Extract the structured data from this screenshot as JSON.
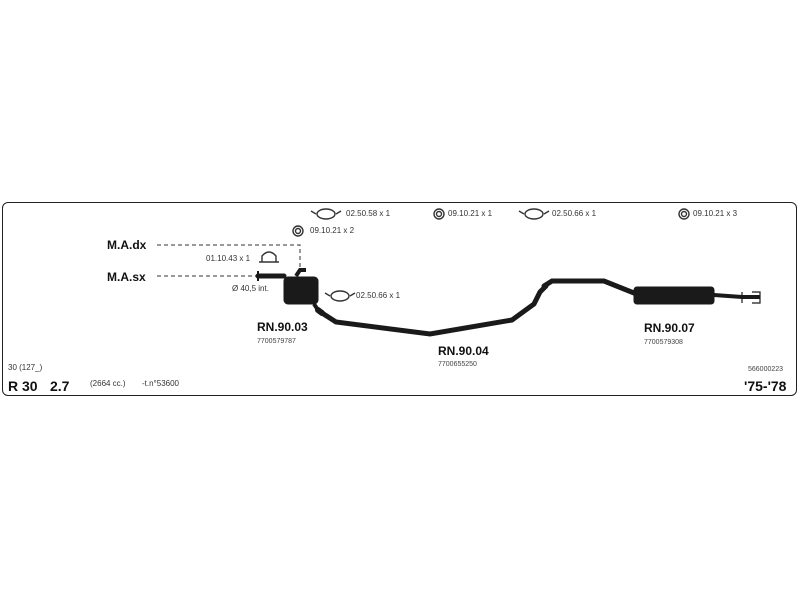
{
  "accessories": [
    {
      "icon": "clamp-icon",
      "code": "02.50.58 x 1"
    },
    {
      "icon": "ring-icon",
      "code": "09.10.21 x 1"
    },
    {
      "icon": "clamp-icon",
      "code": "02.50.66 x 1"
    },
    {
      "icon": "ring-icon",
      "code": "09.10.21 x 3"
    },
    {
      "icon": "ring-icon",
      "code": "09.10.21 x 2"
    },
    {
      "icon": "u-bolt-icon",
      "code": "01.10.43 x 1"
    },
    {
      "icon": "clamp-icon",
      "code": "02.50.66 x 1"
    }
  ],
  "pipe_note": "Ø 40,5 int.",
  "manifolds": {
    "right": "M.A.dx",
    "left": "M.A.sx"
  },
  "parts": [
    {
      "number": "RN.90.03",
      "oe": "7700579787"
    },
    {
      "number": "RN.90.04",
      "oe": "7700655250"
    },
    {
      "number": "RN.90.07",
      "oe": "7700579308"
    }
  ],
  "vehicle": {
    "type_code": "30 (127_)",
    "model": "R 30",
    "engine": "2.7",
    "displacement": "(2664 cc.)",
    "chassis_note": "-t.n°53600",
    "catalog_number": "566000223",
    "years": "'75-'78"
  },
  "colors": {
    "line": "#222222",
    "part": "#1a1a1a",
    "background": "#ffffff"
  }
}
